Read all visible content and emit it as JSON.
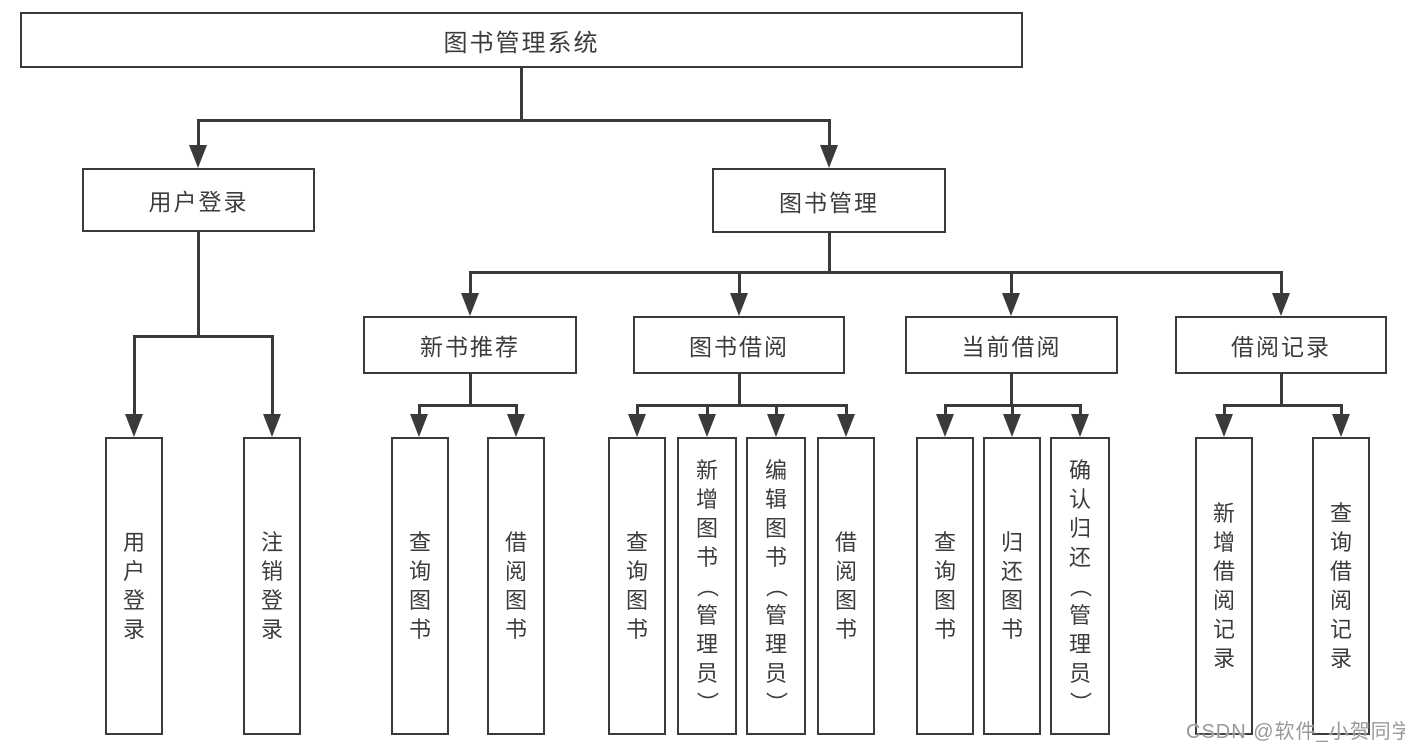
{
  "colors": {
    "line": "#3a3a3a",
    "text": "#3c3c3c",
    "box_background": "#ffffff",
    "watermark": "#999999"
  },
  "tree": {
    "root": {
      "label": "图书管理系统",
      "children": [
        {
          "label": "用户登录",
          "children": [
            {
              "label": "用户登录"
            },
            {
              "label": "注销登录"
            }
          ]
        },
        {
          "label": "图书管理",
          "children": [
            {
              "label": "新书推荐",
              "children": [
                {
                  "label": "查询图书"
                },
                {
                  "label": "借阅图书"
                }
              ]
            },
            {
              "label": "图书借阅",
              "children": [
                {
                  "label": "查询图书"
                },
                {
                  "label": "新增图书（管理员）"
                },
                {
                  "label": "编辑图书（管理员）"
                },
                {
                  "label": "借阅图书"
                }
              ]
            },
            {
              "label": "当前借阅",
              "children": [
                {
                  "label": "查询图书"
                },
                {
                  "label": "归还图书"
                },
                {
                  "label": "确认归还（管理员）"
                }
              ]
            },
            {
              "label": "借阅记录",
              "children": [
                {
                  "label": "新增借阅记录"
                },
                {
                  "label": "查询借阅记录"
                }
              ]
            }
          ]
        }
      ]
    }
  },
  "watermark": {
    "text": "CSDN @软件_小贺同学"
  }
}
